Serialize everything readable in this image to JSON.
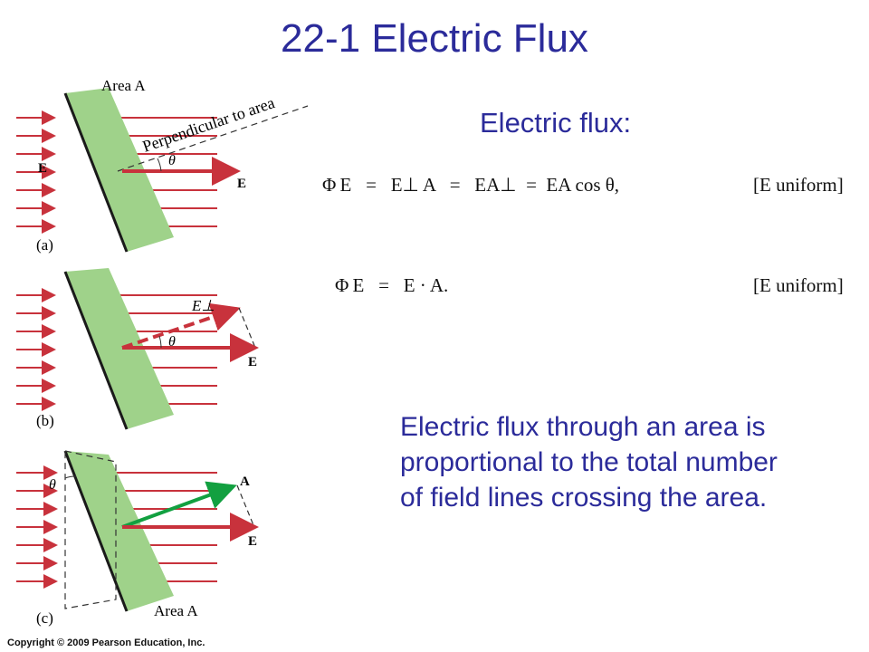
{
  "title": "22-1 Electric Flux",
  "subtitle": "Electric flux:",
  "equation1": {
    "text": "Φ E   =   E⊥ A   =   EA⊥  =  EA cos θ,",
    "condition": "[E uniform]"
  },
  "equation2": {
    "text": "Φ E   =   E · A.",
    "condition": "[E uniform]"
  },
  "description": "Electric flux through an area is proportional to the total number of field lines crossing the area.",
  "copyright": "Copyright © 2009 Pearson Education, Inc.",
  "figure": {
    "panel_a": {
      "label": "(a)",
      "area_label": "Area A",
      "perp_label": "Perpendicular to area",
      "angle": "θ",
      "field_left": "E",
      "field_right": "E"
    },
    "panel_b": {
      "label": "(b)",
      "eperp_label": "E⊥",
      "angle": "θ",
      "field_right": "E"
    },
    "panel_c": {
      "label": "(c)",
      "area_label": "Area A",
      "angle": "θ",
      "vector_label": "A",
      "field_right": "E"
    },
    "colors": {
      "field_line": "#c8323c",
      "area": "#9fd28a",
      "area_vector": "#12a040",
      "title": "#2b2b9a"
    }
  }
}
